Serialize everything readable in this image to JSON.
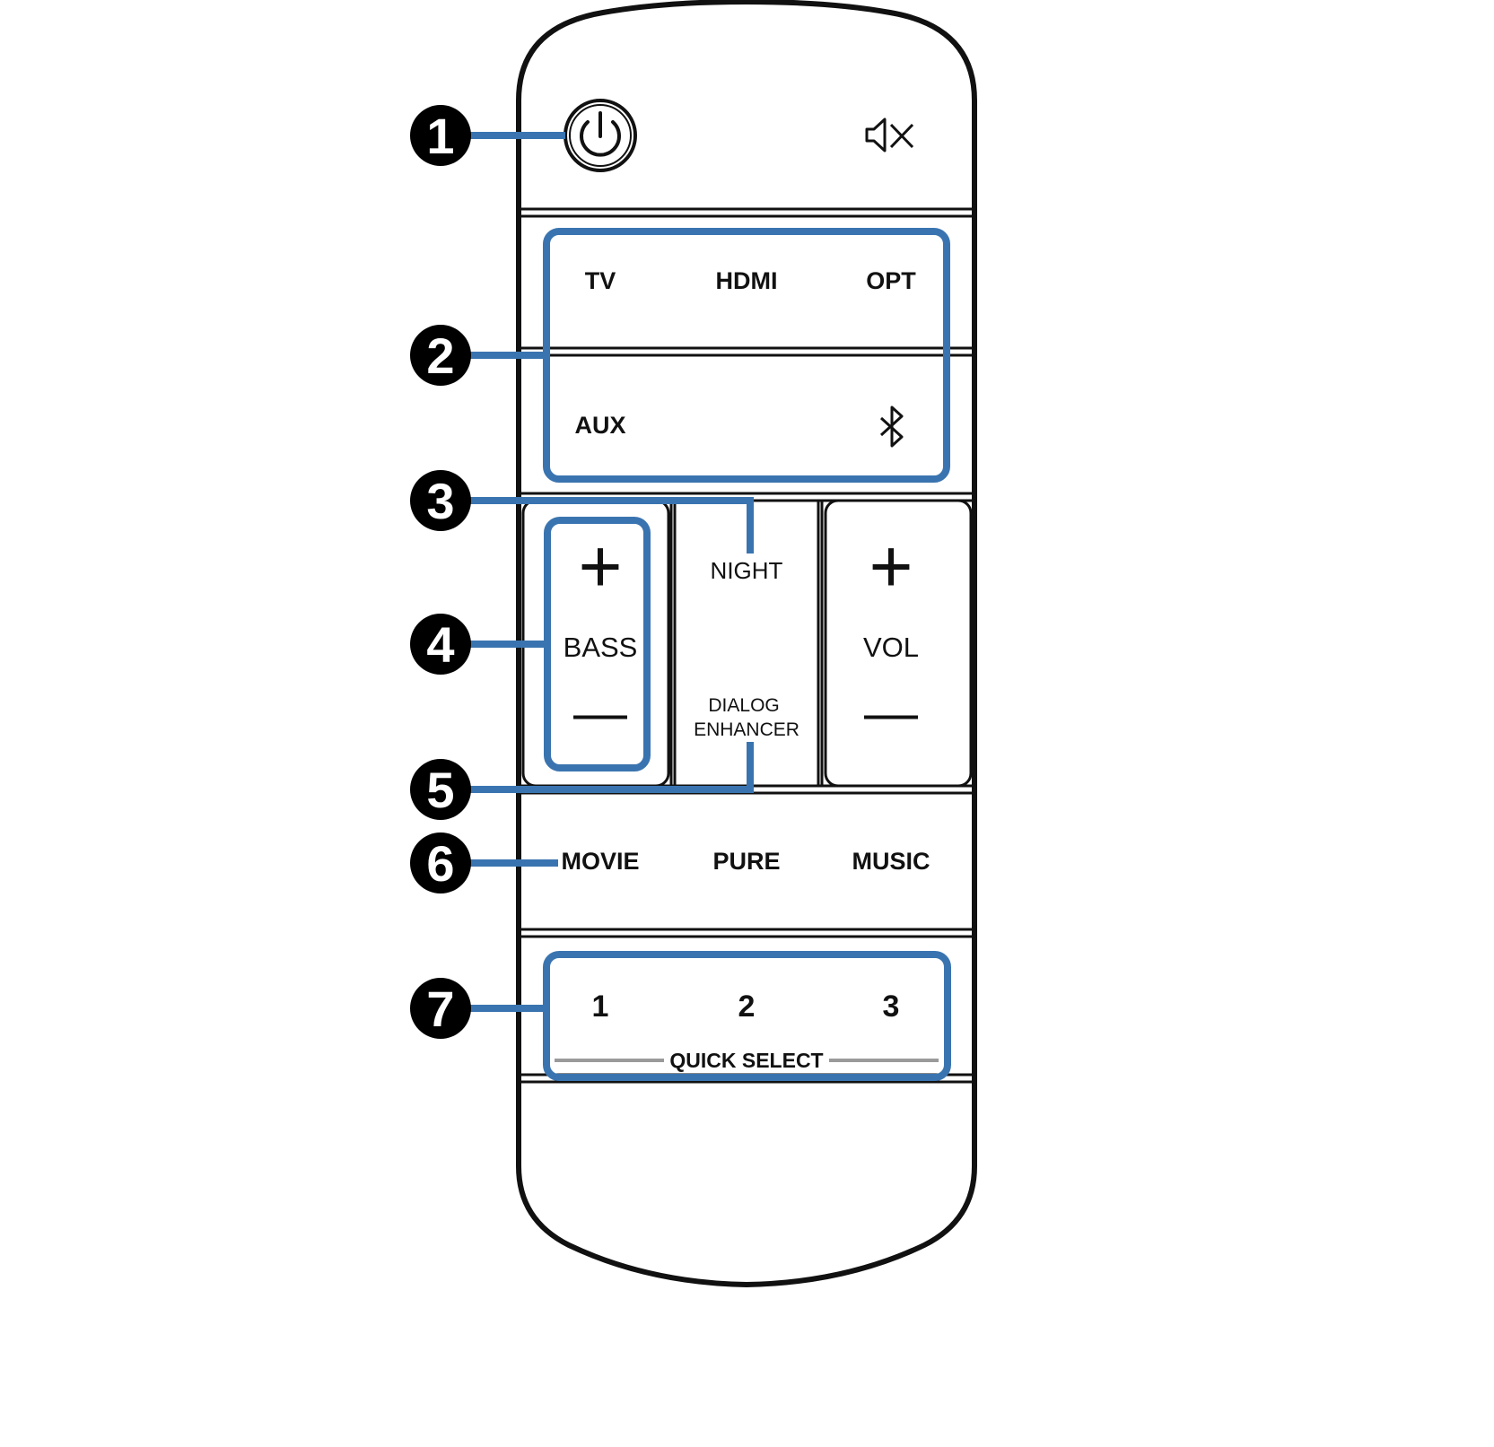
{
  "colors": {
    "outline": "#111111",
    "callout": "#3a74b0",
    "badge": "#000000",
    "badge_text": "#ffffff",
    "divider": "#9a9a9a"
  },
  "callouts": [
    "1",
    "2",
    "3",
    "4",
    "5",
    "6",
    "7"
  ],
  "top_row": {
    "power_icon": "power-icon",
    "mute_icon": "mute-icon"
  },
  "inputs": {
    "tv": "TV",
    "hdmi": "HDMI",
    "opt": "OPT",
    "aux": "AUX",
    "bluetooth_icon": "bluetooth-icon"
  },
  "controls": {
    "bass_plus": "+",
    "bass_label": "BASS",
    "bass_minus": "—",
    "night": "NIGHT",
    "dialog_line1": "DIALOG",
    "dialog_line2": "ENHANCER",
    "vol_plus": "+",
    "vol_label": "VOL",
    "vol_minus": "—"
  },
  "modes": {
    "movie": "MOVIE",
    "pure": "PURE",
    "music": "MUSIC"
  },
  "quick_select": {
    "one": "1",
    "two": "2",
    "three": "3",
    "label": "QUICK SELECT"
  }
}
